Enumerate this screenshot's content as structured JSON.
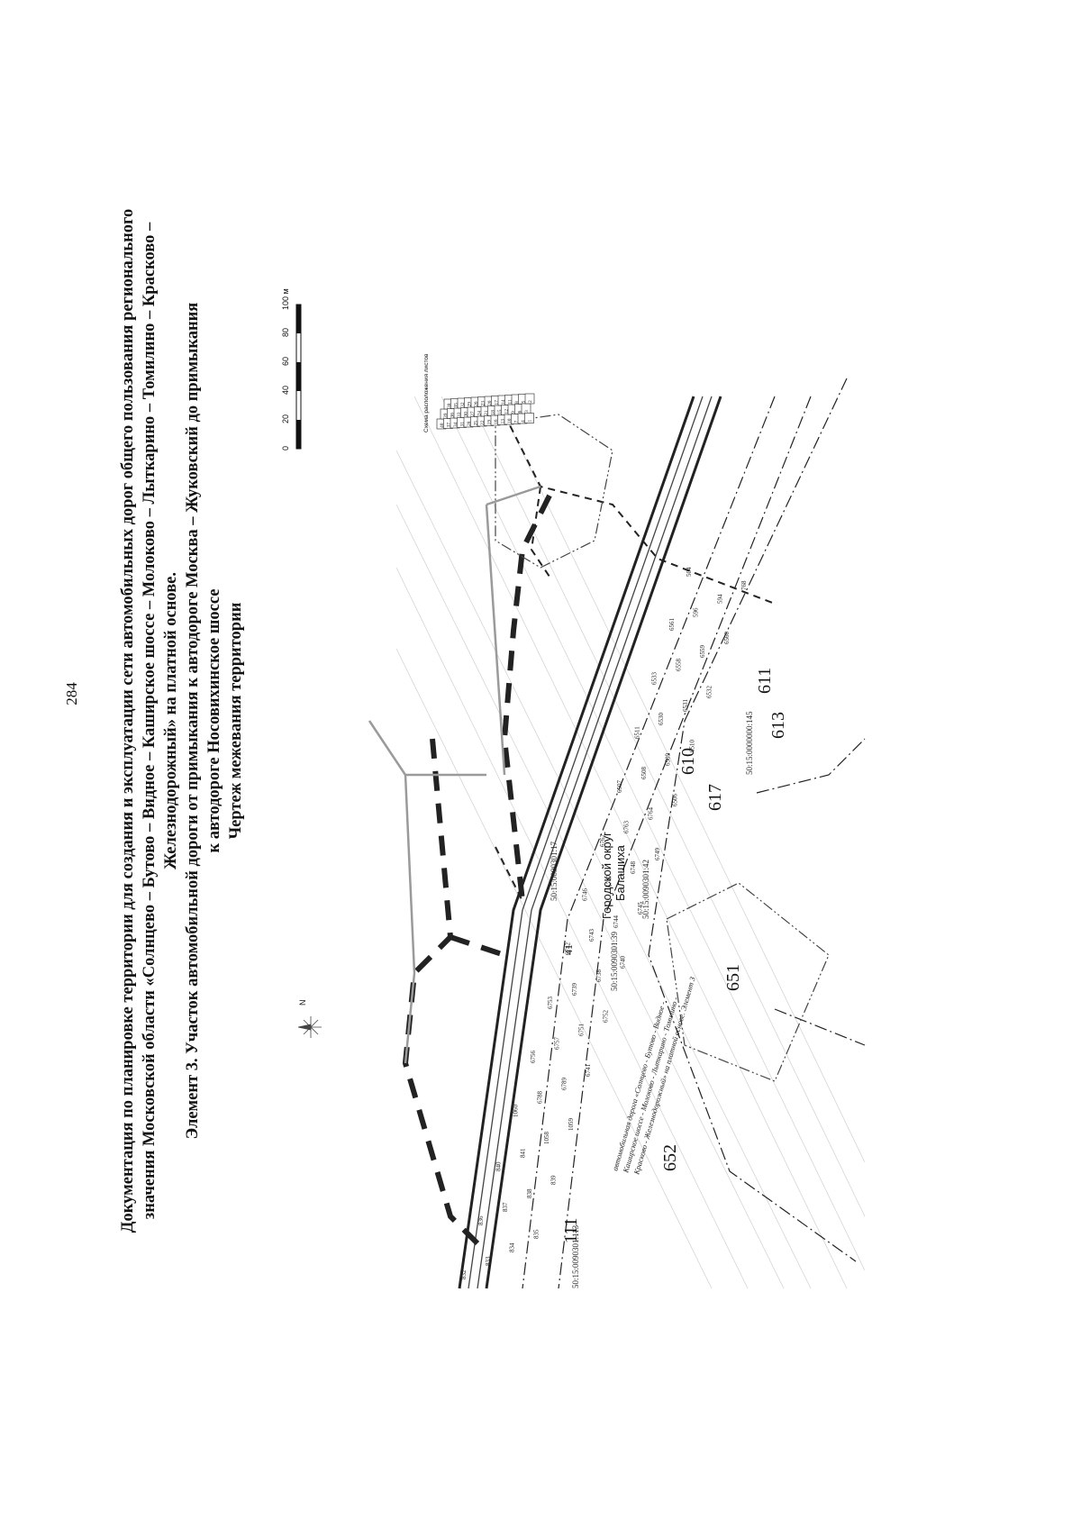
{
  "page_number": "284",
  "title": {
    "line1": "Документация по планировке территории для создания и эксплуатации сети автомобильных дорог общего пользования регионального",
    "line2": "значения Московской области «Солнцево – Бутово – Видное – Каширское шоссе – Молоково – Лыткарино – Томилино – Красково –",
    "line3": "Железнодорожный» на платной основе.",
    "line4": "Элемент 3. Участок автомобильной дороги от примыкания к автодороге Москва – Жуковский до примыкания",
    "line5": "к автодороге Носовихинское шоссе",
    "line6": "Чертеж межевания территории"
  },
  "scale_bar": {
    "ticks": [
      "0",
      "20",
      "40",
      "60",
      "80",
      "100 м"
    ]
  },
  "north_arrow": {
    "label": "N",
    "icon": "compass-rose-icon"
  },
  "sheet_scheme": {
    "title": "Схема расположения листов",
    "sheets": [
      "40",
      "39",
      "38",
      "37",
      "36",
      "35",
      "34",
      "33",
      "32",
      "31",
      "30",
      "29",
      "28",
      "27",
      "26",
      "25",
      "24",
      "23",
      "22",
      "21",
      "20",
      "19",
      "18",
      "17",
      "16",
      "15",
      "14",
      "13",
      "12",
      "11",
      "10",
      "9",
      "8",
      "7",
      "6",
      "5",
      "4",
      "3",
      "2",
      "1"
    ]
  },
  "map": {
    "zone_labels": [
      "610",
      "611",
      "613",
      "617",
      "651",
      "652",
      "111",
      "41"
    ],
    "parcel_ids": [
      "50:15:0090301:113",
      "50:15:0090301:39",
      "50:15:0090301:42",
      "50:15:0090301:17",
      "50:15:0000000:145"
    ],
    "municipality_label_1": "Городской округ",
    "municipality_label_2": "Балашиха",
    "road_label_line1": "автомобильная дорога «Солнцево - Бутово - Видное -",
    "road_label_line2": "Каширское шоссе - Молоково - Лыткарино - Томилино -",
    "road_label_line3": "Красково - Железнодорожный» на платной основе. Элемент 3",
    "point_labels": [
      "832",
      "833",
      "834",
      "835",
      "836",
      "837",
      "838",
      "839",
      "840",
      "841",
      "1058",
      "1059",
      "1060",
      "6788",
      "6789",
      "6741",
      "6756",
      "6757",
      "6751",
      "6752",
      "6753",
      "6739",
      "6738",
      "6740",
      "6742",
      "6743",
      "6744",
      "6745",
      "6746",
      "6747",
      "6748",
      "6749",
      "6762",
      "6763",
      "6764",
      "6506",
      "6507",
      "6508",
      "6509",
      "6510",
      "6511",
      "6530",
      "6531",
      "6532",
      "6533",
      "6558",
      "6559",
      "6560",
      "6561",
      "596",
      "594",
      "768",
      "504"
    ]
  },
  "colors": {
    "boundary_black": "#222222",
    "boundary_gray": "#9a9a9a",
    "paper": "#ffffff"
  }
}
